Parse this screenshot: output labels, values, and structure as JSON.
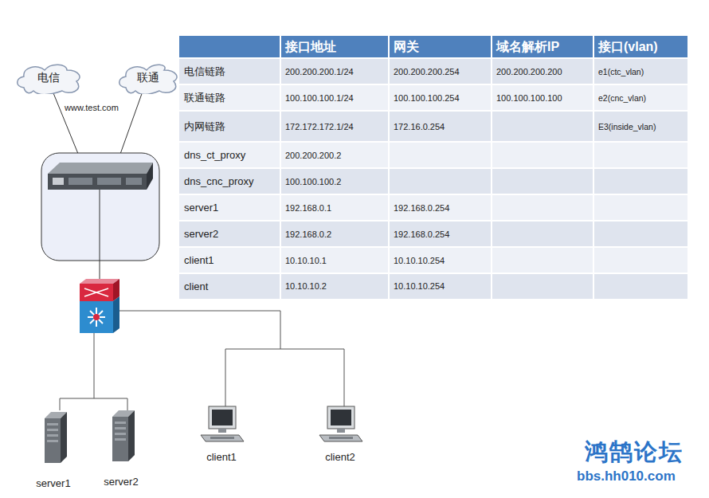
{
  "diagram": {
    "nodes": [
      {
        "text": [
          "电信"
        ]
      },
      {
        "text": [
          "联通"
        ]
      },
      {
        "text": [
          "server1"
        ]
      },
      {
        "text": [
          "server2"
        ]
      },
      {
        "text": [
          "client1"
        ]
      },
      {
        "text": [
          "client2"
        ]
      }
    ],
    "labels": [
      "www.test.com",
      "接口地址",
      "网关",
      "域名解析IP",
      "接口(vlan)",
      "电信链路",
      "200.200.200.1/24",
      "200.200.200.254",
      "200.200.200.200",
      "e1(ctc_vlan)",
      "联通链路",
      "100.100.100.1/24",
      "100.100.100.254",
      "100.100.100.100",
      "e2(cnc_vlan)",
      "内网链路",
      "172.172.172.1/24",
      "172.16.0.254",
      "E3(inside_vlan)",
      "dns_ct_proxy",
      "200.200.200.2",
      "dns_cnc_proxy",
      "100.100.100.2",
      "server1",
      "192.168.0.1",
      "192.168.0.254",
      "server2",
      "192.168.0.2",
      "192.168.0.254",
      "client1",
      "10.10.10.1",
      "10.10.10.254",
      "client",
      "10.10.10.2",
      "10.10.10.254",
      "鸿鹄论坛",
      "bbs.hh010.com"
    ]
  }
}
